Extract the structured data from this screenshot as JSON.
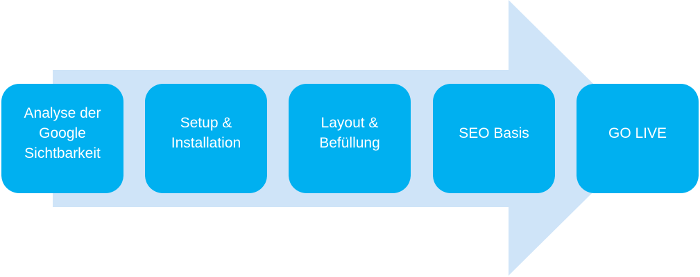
{
  "colors": {
    "arrow": "#cfe4f8",
    "step_box": "#00b0f0",
    "step_text": "#ffffff"
  },
  "steps": [
    {
      "label": "Analyse der\nGoogle\nSichtbarkeit"
    },
    {
      "label": "Setup &\nInstallation"
    },
    {
      "label": "Layout &\nBefüllung"
    },
    {
      "label": "SEO Basis"
    },
    {
      "label": "GO LIVE"
    }
  ]
}
